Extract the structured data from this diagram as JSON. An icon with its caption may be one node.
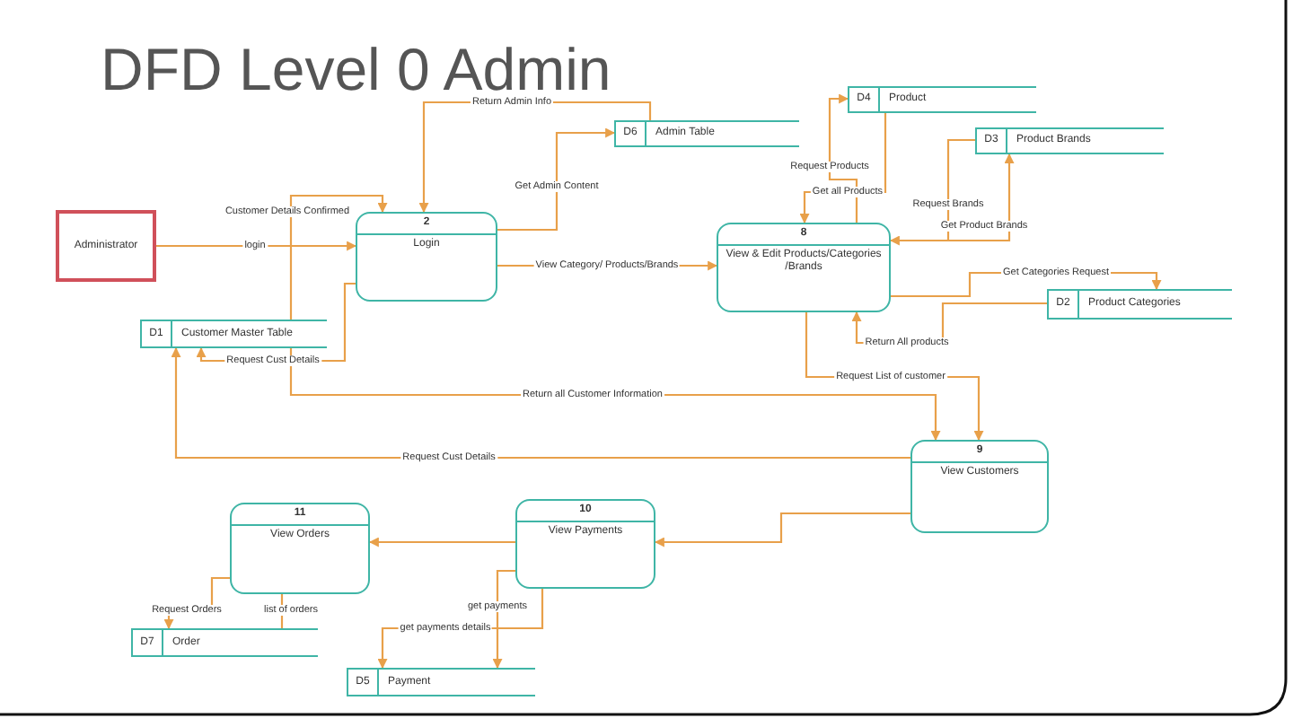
{
  "diagram": {
    "title": "DFD Level 0 Admin",
    "nodes": [
      {
        "text": [
          "Administrator"
        ]
      },
      {
        "text": [
          "2",
          "Login"
        ]
      },
      {
        "text": [
          "D6",
          "Admin Table"
        ]
      },
      {
        "text": [
          "D4",
          "Product"
        ]
      },
      {
        "text": [
          "D3",
          "Product Brands"
        ]
      },
      {
        "text": [
          "8",
          "View & Edit Products/Categories /Brands"
        ]
      },
      {
        "text": [
          "D2",
          "Product Categories"
        ]
      },
      {
        "text": [
          "D1",
          "Customer Master Table"
        ]
      },
      {
        "text": [
          "9",
          "View Customers"
        ]
      },
      {
        "text": [
          "10",
          "View Payments"
        ]
      },
      {
        "text": [
          "11",
          "View Orders"
        ]
      },
      {
        "text": [
          "D7",
          "Order"
        ]
      },
      {
        "text": [
          "D5",
          "Payment"
        ]
      }
    ],
    "edges": [
      {
        "from": 0,
        "to": 1,
        "arrow": "to",
        "label": "login"
      },
      {
        "from": 2,
        "to": 1,
        "arrow": "to",
        "label": "Return Admin Info"
      },
      {
        "from": 1,
        "to": 2,
        "arrow": "to",
        "label": "Get Admin Content"
      },
      {
        "from": 1,
        "to": 5,
        "arrow": "to",
        "label": "View Category/ Products/Brands"
      },
      {
        "from": 7,
        "to": 1,
        "arrow": "to",
        "label": "Customer Details Confirmed"
      },
      {
        "from": 1,
        "to": 7,
        "arrow": "to",
        "label": "Request Cust Details"
      },
      {
        "from": 7,
        "to": 8,
        "arrow": "to",
        "label": "Return all Customer Information"
      },
      {
        "from": 8,
        "to": 7,
        "arrow": "to",
        "label": "Request Cust Details"
      },
      {
        "from": 5,
        "to": 8,
        "arrow": "to",
        "label": "Request List of customer"
      },
      {
        "from": 5,
        "to": 3,
        "arrow": "to",
        "label": "Request Products"
      },
      {
        "from": 3,
        "to": 5,
        "arrow": "to",
        "label": "Get all Products"
      },
      {
        "from": 4,
        "to": 5,
        "arrow": "to",
        "label": "Request Brands"
      },
      {
        "from": 5,
        "to": 4,
        "arrow": "to",
        "label": "Get Product Brands"
      },
      {
        "from": 5,
        "to": 6,
        "arrow": "to",
        "label": "Get Categories Request"
      },
      {
        "from": 6,
        "to": 5,
        "arrow": "to",
        "label": "Return All products"
      },
      {
        "from": 8,
        "to": 9,
        "arrow": "to"
      },
      {
        "from": 9,
        "to": 10,
        "arrow": "to"
      },
      {
        "from": 10,
        "to": 11,
        "arrow": "to",
        "label": "Request Orders"
      },
      {
        "from": 11,
        "to": 10,
        "arrow": "none",
        "label": "list of orders"
      },
      {
        "from": 9,
        "to": 12,
        "arrow": "to",
        "label": "get payments"
      },
      {
        "from": 9,
        "to": 12,
        "arrow": "to",
        "label": "get payments details"
      }
    ]
  }
}
